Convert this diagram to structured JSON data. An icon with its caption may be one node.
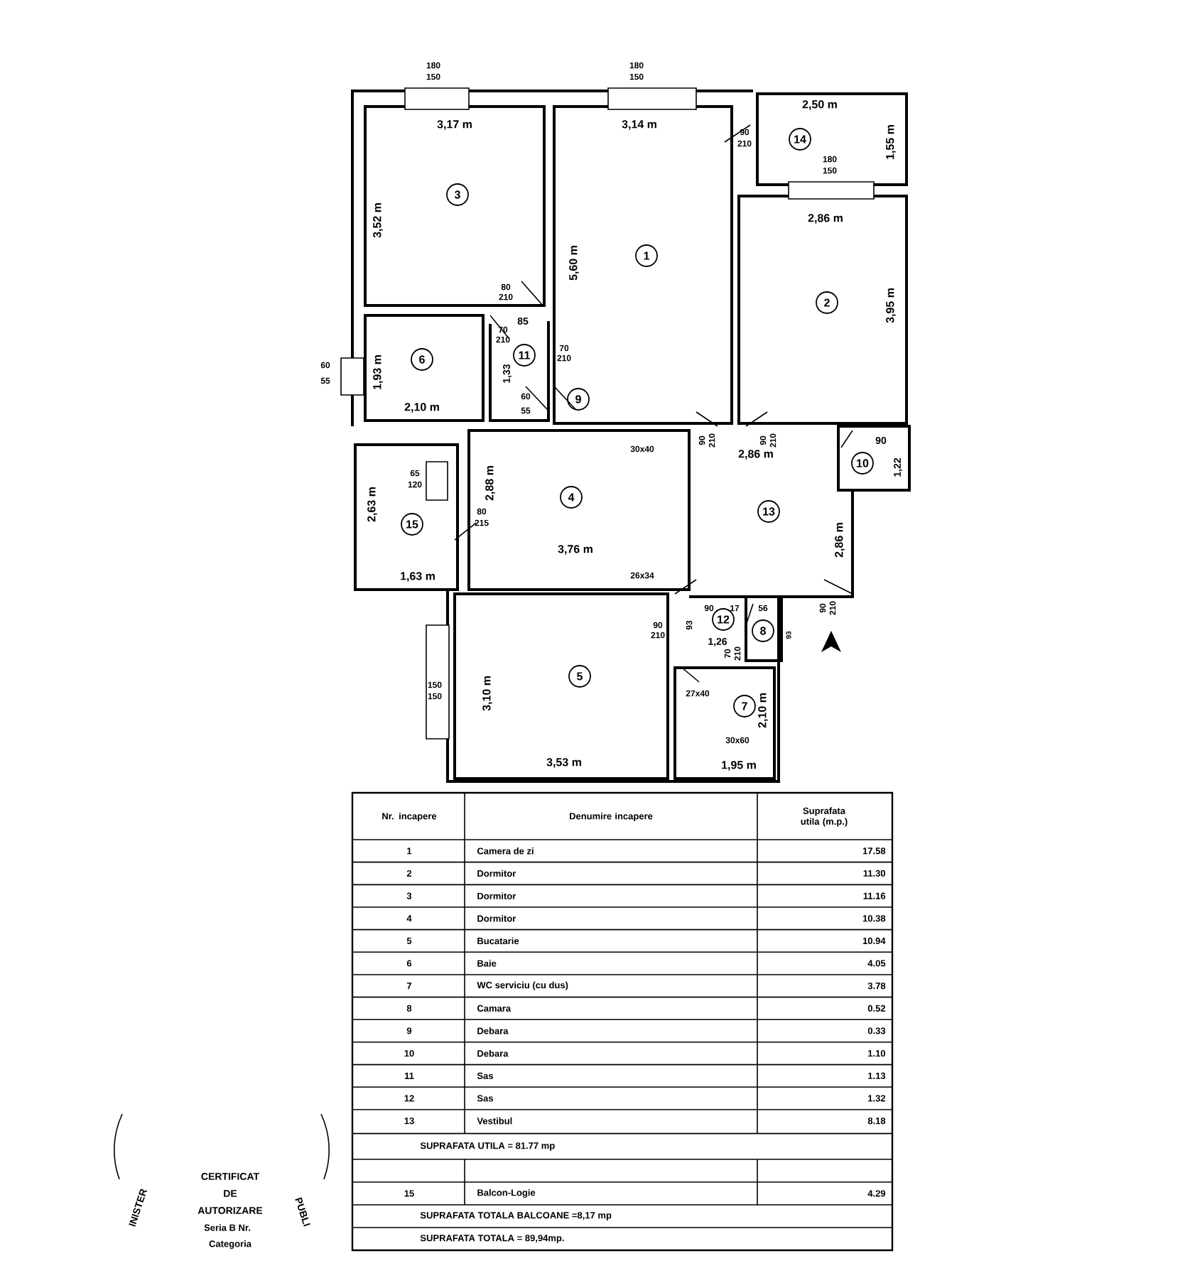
{
  "diagram": {
    "nodes": [
      {
        "text": [
          "1"
        ]
      },
      {
        "text": [
          "2"
        ]
      },
      {
        "text": [
          "3"
        ]
      },
      {
        "text": [
          "4"
        ]
      },
      {
        "text": [
          "5"
        ]
      },
      {
        "text": [
          "6"
        ]
      },
      {
        "text": [
          "7"
        ]
      },
      {
        "text": [
          "8"
        ]
      },
      {
        "text": [
          "9"
        ]
      },
      {
        "text": [
          "10"
        ]
      },
      {
        "text": [
          "11"
        ]
      },
      {
        "text": [
          "12"
        ]
      },
      {
        "text": [
          "13"
        ]
      },
      {
        "text": [
          "14"
        ]
      },
      {
        "text": [
          "15"
        ]
      }
    ],
    "labels": [
      "180",
      "150",
      "180",
      "150",
      "3,17 m",
      "3,14 m",
      "2,50 m",
      "1,55 m",
      "90",
      "210",
      "180",
      "150",
      "2,86 m",
      "3,52 m",
      "5,60 m",
      "3,95 m",
      "80",
      "210",
      "85",
      "70",
      "210",
      "1,33",
      "70",
      "210",
      "1,93 m",
      "2,10 m",
      "60",
      "55",
      "60",
      "55",
      "90",
      "210",
      "90",
      "210",
      "2,86 m",
      "90",
      "1,22",
      "30x40",
      "65",
      "120",
      "2,88 m",
      "80",
      "215",
      "2,63 m",
      "1,63 m",
      "3,76 m",
      "2,86 m",
      "26x34",
      "90",
      "210",
      "90",
      "17",
      "56",
      "93",
      "90",
      "210",
      "93",
      "1,26",
      "70",
      "210",
      "27x40",
      "2,10 m",
      "150",
      "150",
      "3,10 m",
      "30x60",
      "3,53 m",
      "1,95 m",
      "Nr. incapere",
      "Denumire incapere",
      "Suprafata utila (m.p.)",
      "1",
      "Camera de zi",
      "17.58",
      "2",
      "Dormitor",
      "11.30",
      "3",
      "Dormitor",
      "11.16",
      "4",
      "Dormitor",
      "10.38",
      "5",
      "Bucatarie",
      "10.94",
      "6",
      "Baie",
      "4.05",
      "7",
      "WC serviciu (cu dus)",
      "3.78",
      "8",
      "Camara",
      "0.52",
      "9",
      "Debara",
      "0.33",
      "10",
      "Debara",
      "1.10",
      "11",
      "Sas",
      "1.13",
      "12",
      "Sas",
      "1.32",
      "13",
      "Vestibul",
      "8.18",
      "SUPRAFATA UTILA = 81.77 mp",
      "15",
      "Balcon-Logie",
      "4.29",
      "SUPRAFATA TOTALA BALCOANE =8,17 mp",
      "SUPRAFATA TOTALA = 89,94mp.",
      "INISTER",
      "CERTIFICAT",
      "DE",
      "AUTORIZARE",
      "Seria B Nr.",
      "Categoria",
      "PUBLI"
    ]
  }
}
